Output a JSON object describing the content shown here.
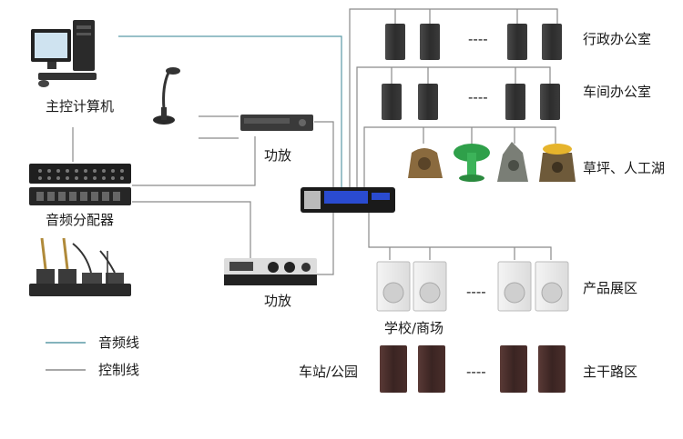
{
  "labels": {
    "master_computer": "主控计算机",
    "audio_distributor": "音频分配器",
    "amplifier_top": "功放",
    "amplifier_bottom": "功放",
    "admin_office": "行政办公室",
    "workshop_office": "车间办公室",
    "lawn_lake": "草坪、人工湖",
    "product_area": "产品展区",
    "school_mall": "学校/商场",
    "station_park": "车站/公园",
    "main_road": "主干路区"
  },
  "ellipsis": "----",
  "legend": {
    "audio_line": "音频线",
    "control_line": "控制线"
  },
  "colors": {
    "audio_line": "#5b9aa6",
    "control_line": "#8a8a8a"
  }
}
